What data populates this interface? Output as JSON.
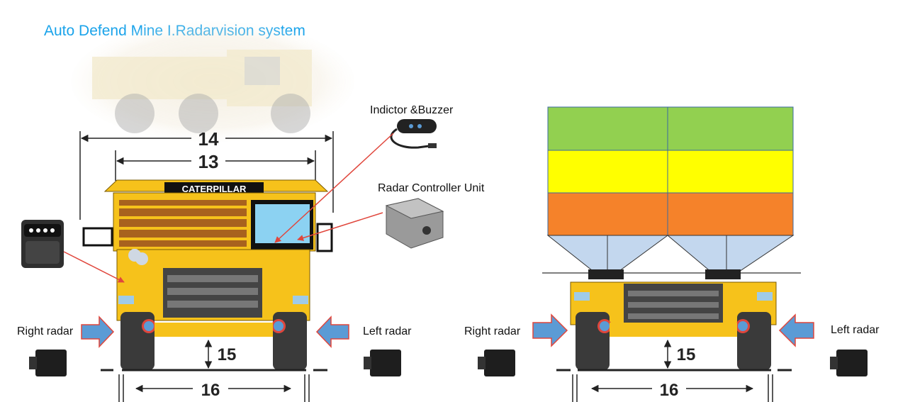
{
  "title": "Auto Defend Mine I.Radarvision system",
  "labels": {
    "indicator_buzzer": "Indictor &Buzzer",
    "radar_controller": "Radar Controller Unit",
    "right_radar_left": "Right radar",
    "left_radar_left": "Left radar",
    "right_radar_right": "Right radar",
    "left_radar_right": "Left radar",
    "brand": "CATERPILLAR"
  },
  "dimensions": {
    "d14": "14",
    "d13": "13",
    "d15_left": "15",
    "d16_left": "16",
    "d15_right": "15",
    "d16_right": "16"
  },
  "zones": {
    "colors": [
      "#92d050",
      "#ffff00",
      "#f5822a"
    ],
    "beam_color": "#c3d7ee"
  },
  "colors": {
    "truck_yellow": "#f6c21b",
    "arrow_blue": "#5b9bd5",
    "arrow_border": "#e0463c",
    "leader_red": "#e0463c"
  }
}
